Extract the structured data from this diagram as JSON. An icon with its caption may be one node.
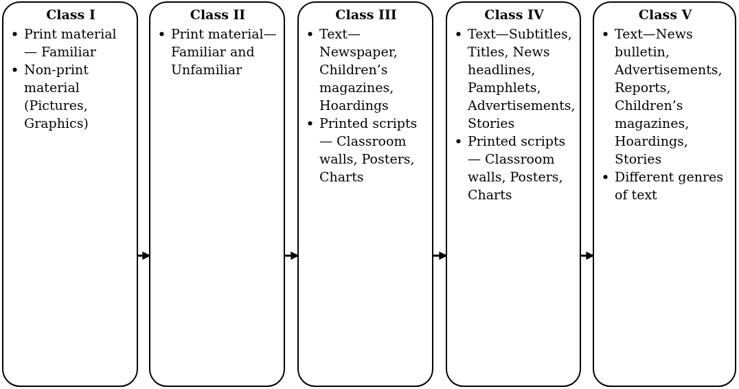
{
  "diagram": {
    "nodes": [
      {
        "text": [
          "Class I",
          "Print material — Familiar",
          "Non-print material (Pictures, Graphics)"
        ]
      },
      {
        "text": [
          "Class II",
          "Print material—Familiar and Unfamiliar"
        ]
      },
      {
        "text": [
          "Class III",
          "Text—Newspaper, Children’s magazines, Hoardings",
          "Printed scripts — Classroom walls, Posters, Charts"
        ]
      },
      {
        "text": [
          "Class IV",
          "Text—Subtitles, Titles, News headlines, Pamphlets, Advertisements, Stories",
          "Printed scripts — Classroom walls, Posters, Charts"
        ]
      },
      {
        "text": [
          "Class V",
          "Text—News bulletin, Advertisements, Reports, Children’s magazines, Hoardings, Stories",
          "Different genres of text"
        ]
      }
    ],
    "edges": [
      {
        "from": 0,
        "to": 1,
        "arrow": "to"
      },
      {
        "from": 1,
        "to": 2,
        "arrow": "to"
      },
      {
        "from": 2,
        "to": 3,
        "arrow": "to"
      },
      {
        "from": 3,
        "to": 4,
        "arrow": "to"
      }
    ]
  }
}
